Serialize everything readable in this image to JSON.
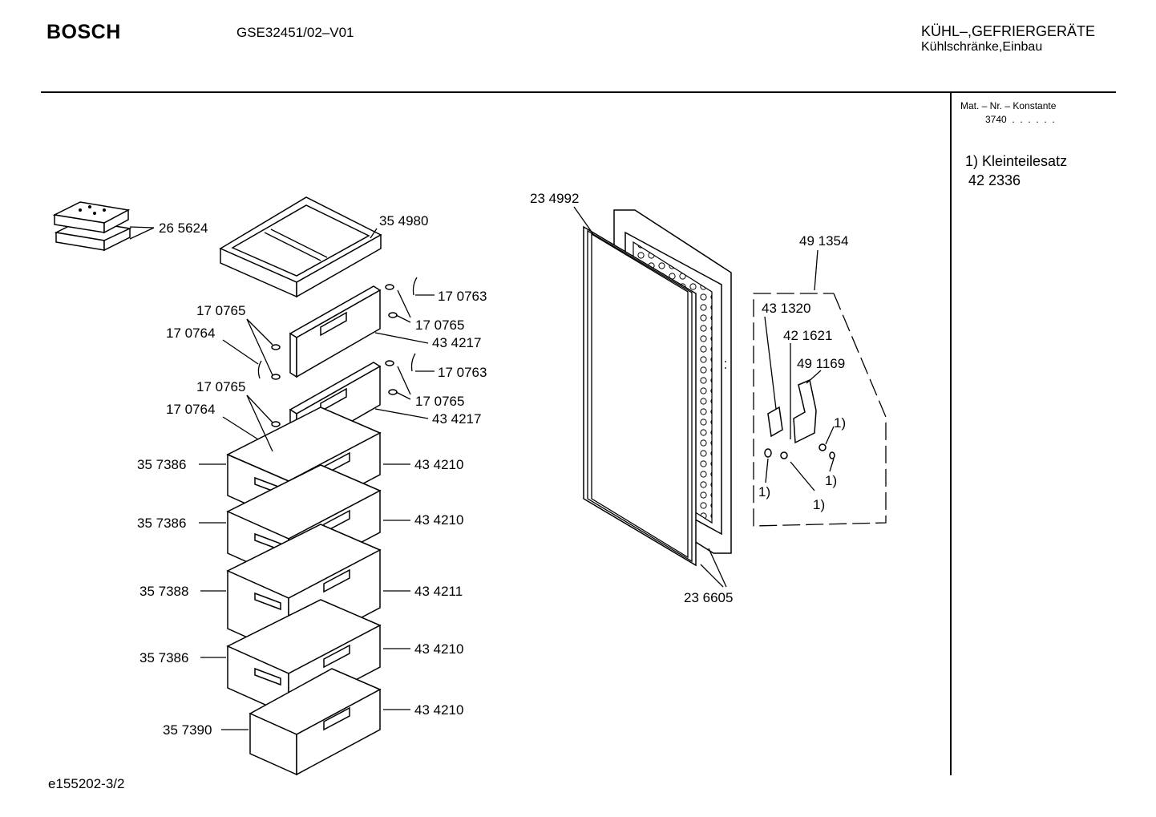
{
  "header": {
    "brand": "BOSCH",
    "model": "GSE32451/02–V01",
    "category_line1": "KÜHL–,GEFRIERGERÄTE",
    "category_line2": "Kühlschränke,Einbau"
  },
  "sidebar": {
    "mat_nr_label": "Mat. – Nr. – Konstante",
    "mat_nr_value": "3740  .  .  .  .  .  .",
    "kit_label": "1) Kleinteilesatz",
    "kit_number": "42 2336"
  },
  "footer": {
    "drawing_id": "e155202-3/2"
  },
  "part_labels": {
    "cooling_pack": "26 5624",
    "top_tray": "35 4980",
    "hinge_left_a": "17 0765",
    "hinge_left_b": "17 0764",
    "hinge_left_c": "17 0765",
    "hinge_left_d": "17 0764",
    "hinge_right_a": "17 0763",
    "hinge_right_b": "17 0765",
    "hinge_right_c": "17 0763",
    "hinge_right_d": "17 0765",
    "flap_1": "43 4217",
    "flap_2": "43 4217",
    "drawer_1_body": "35 7386",
    "drawer_1_front": "43 4210",
    "drawer_2_body": "35 7386",
    "drawer_2_front": "43 4210",
    "drawer_3_body": "35 7388",
    "drawer_3_front": "43 4211",
    "drawer_4_body": "35 7386",
    "drawer_4_front": "43 4210",
    "drawer_5_body": "35 7390",
    "drawer_5_front": "43 4210",
    "door_gasket": "23 4992",
    "door_panel": "23 6605",
    "hinge_kit": "49 1354",
    "hinge_part_a": "43 1320",
    "hinge_part_b": "42 1621",
    "hinge_part_c": "49 1169",
    "kit_ref_1": "1)",
    "kit_ref_2": "1)",
    "kit_ref_3": "1)",
    "kit_ref_4": "1)"
  }
}
